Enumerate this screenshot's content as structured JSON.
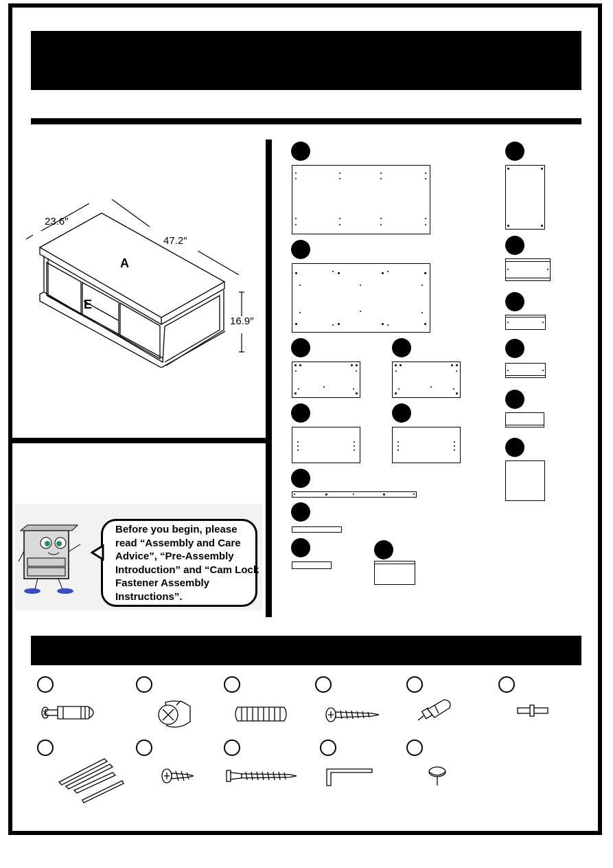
{
  "diagram": {
    "dimensions": {
      "depth": "23.6″",
      "width": "47.2″",
      "height": "16.9″"
    },
    "labels": {
      "top_panel": "A",
      "shelf_panel": "E"
    }
  },
  "notice": {
    "text": "Before you begin, please read “Assembly and Care Advice”, “Pre-Assembly Introduction” and “Cam Lock Fastener Assembly Instructions”."
  },
  "hardware_icons": [
    "cam-bolt-icon",
    "cam-lock-icon",
    "wood-dowel-icon",
    "screw-icon",
    "plastic-anchor-icon",
    "shelf-pin-icon",
    "drawer-slide-icon",
    "short-screw-icon",
    "long-screw-icon",
    "allen-key-icon",
    "furniture-glide-icon"
  ]
}
